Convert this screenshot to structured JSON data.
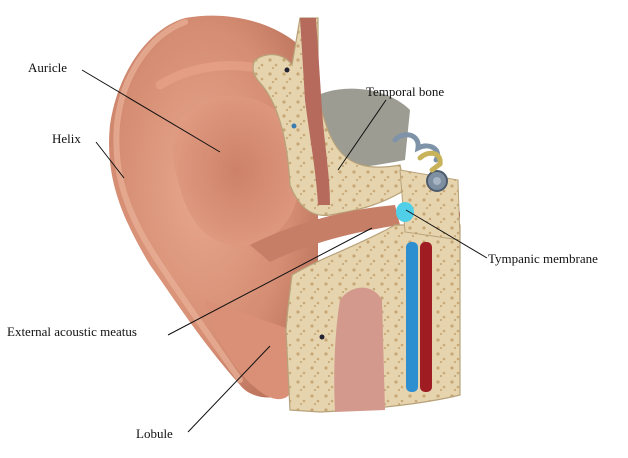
{
  "labels": {
    "auricle": "Auricle",
    "helix": "Helix",
    "temporal_bone": "Temporal bone",
    "tympanic_membrane": "Tympanic membrane",
    "external_acoustic_meatus": "External acoustic meatus",
    "lobule": "Lobule"
  },
  "colors": {
    "skin": "#d9937a",
    "skin_shadow": "#a8604c",
    "bone": "#e4d2ad",
    "bone_dark": "#b99a6a",
    "muscle": "#b86a5e",
    "artery": "#9e1c22",
    "vein": "#2e8fd0",
    "membrane": "#4fd0e8",
    "dura": "#9a9a92"
  }
}
